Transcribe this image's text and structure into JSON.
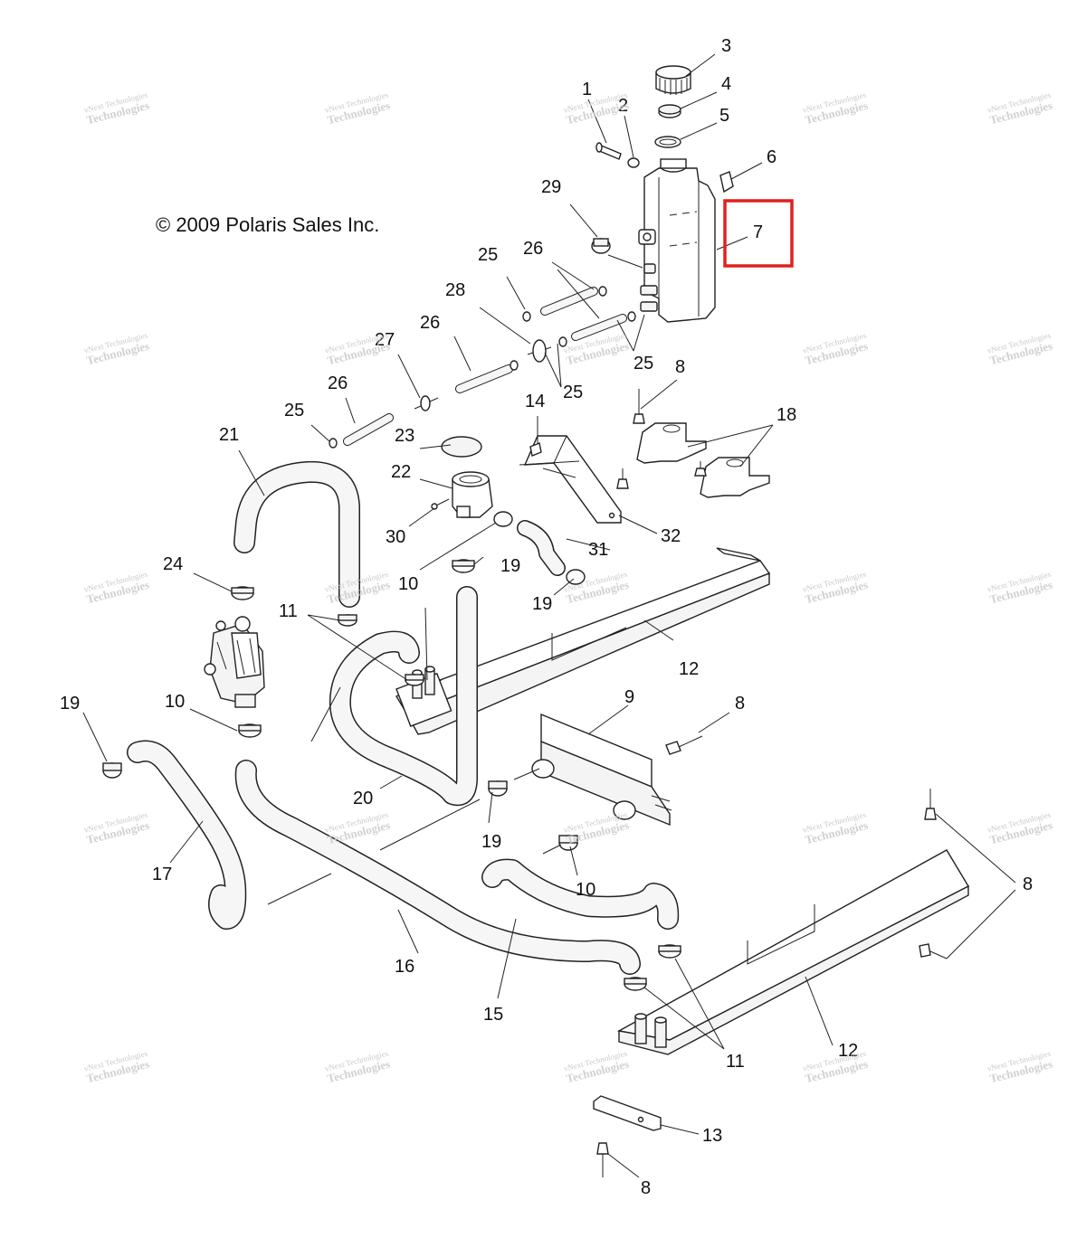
{
  "copyright": "© 2009 Polaris Sales Inc.",
  "watermark": {
    "top": "vNext Technologies",
    "main": "Technologies"
  },
  "highlighted_callout": "7",
  "highlight_color": "#e0201f",
  "callouts": {
    "c1": "1",
    "c2": "2",
    "c3": "3",
    "c4": "4",
    "c5": "5",
    "c6": "6",
    "c7": "7",
    "c8a": "8",
    "c8b": "8",
    "c8c": "8",
    "c8d": "8",
    "c9": "9",
    "c10a": "10",
    "c10b": "10",
    "c10c": "10",
    "c11a": "11",
    "c11b": "11",
    "c12a": "12",
    "c12b": "12",
    "c13": "13",
    "c14": "14",
    "c15": "15",
    "c16": "16",
    "c17": "17",
    "c18": "18",
    "c19a": "19",
    "c19b": "19",
    "c19c": "19",
    "c19d": "19",
    "c20": "20",
    "c21": "21",
    "c22": "22",
    "c23": "23",
    "c24": "24",
    "c25a": "25",
    "c25b": "25",
    "c25c": "25",
    "c25d": "25",
    "c26a": "26",
    "c26b": "26",
    "c26c": "26",
    "c27": "27",
    "c28": "28",
    "c29": "29",
    "c30": "30",
    "c31": "31",
    "c32": "32"
  }
}
